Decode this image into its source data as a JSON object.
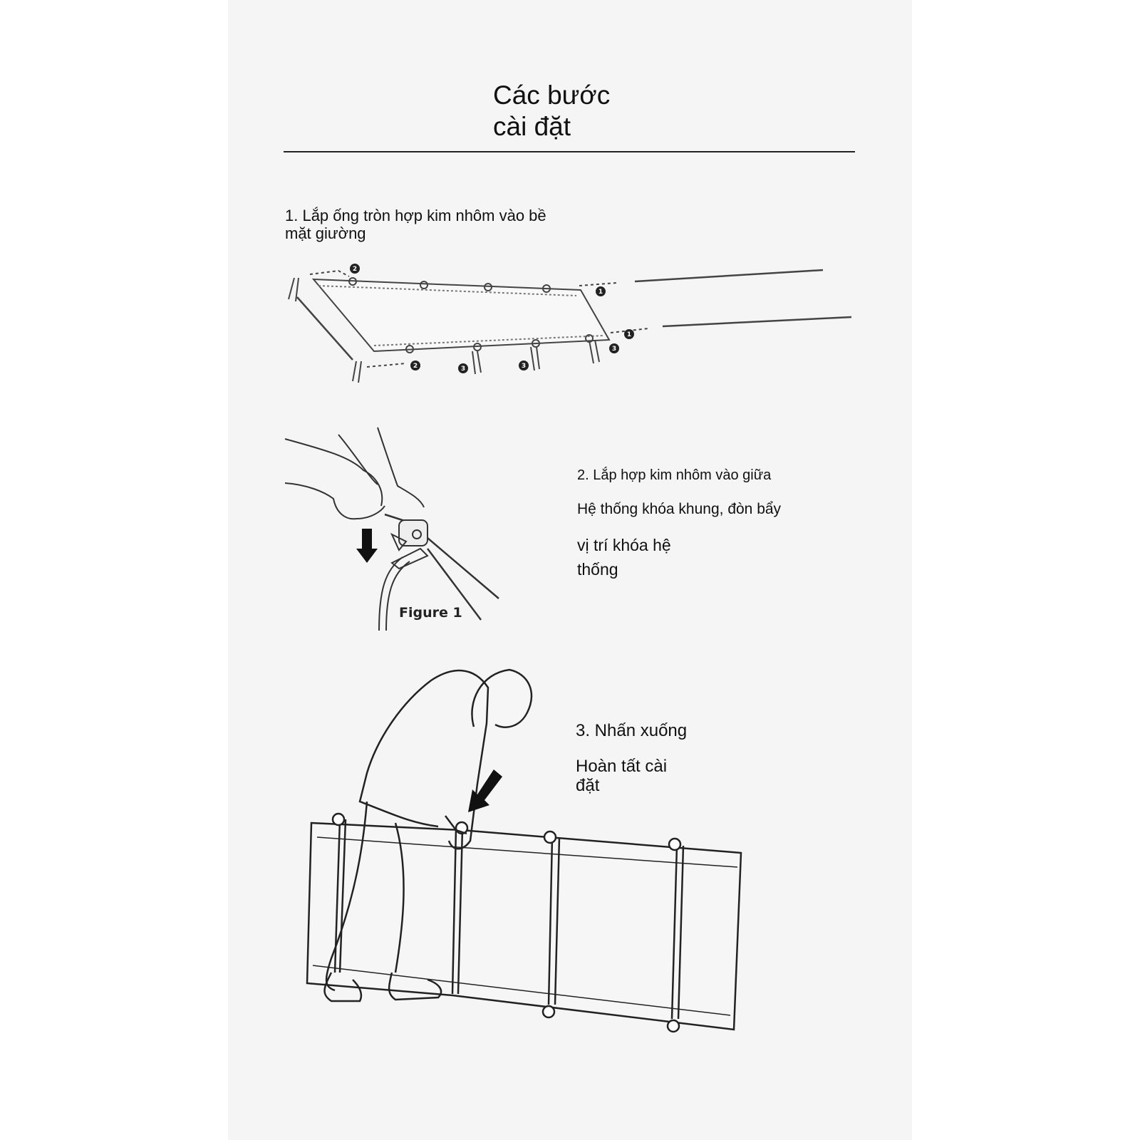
{
  "header": {
    "title_line1": "Các bước",
    "title_line2": "cài đặt"
  },
  "steps": [
    {
      "text": "1. Lắp ống tròn hợp kim nhôm vào bề mặt giường"
    },
    {
      "line1": "2. Lắp hợp kim nhôm vào giữa",
      "line2": "Hệ thống khóa khung, đòn bẩy",
      "line3": "vị trí khóa hệ thống"
    },
    {
      "line1": "3. Nhấn xuống",
      "line2": "Hoàn tất cài đặt"
    }
  ],
  "figure_label": "Figure 1",
  "callout_numbers": [
    "1",
    "2",
    "3"
  ],
  "colors": {
    "ink": "#222222",
    "sheet": "#f5f5f5",
    "callout": "#222222"
  }
}
